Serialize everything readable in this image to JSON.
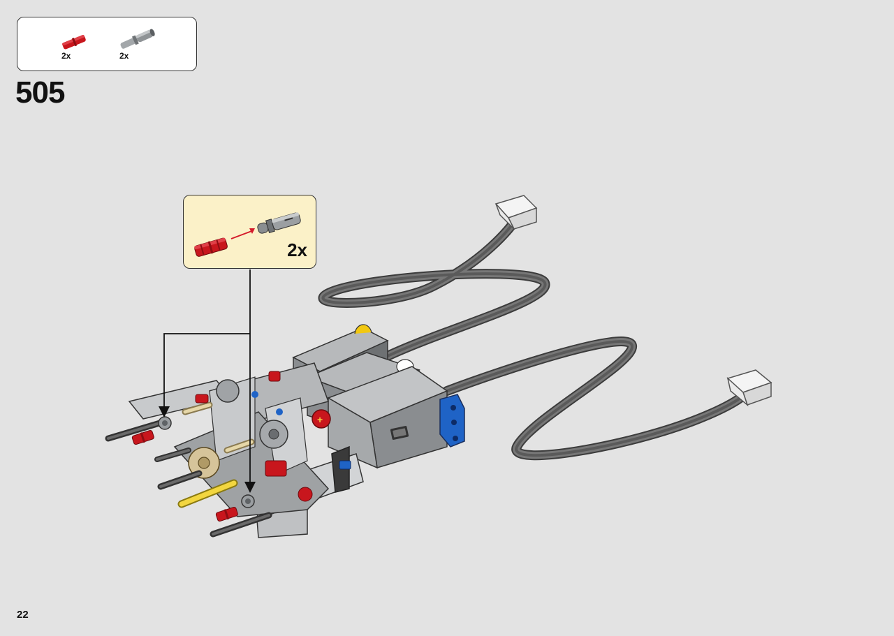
{
  "parts_list": [
    {
      "name": "red-axle-pin",
      "quantity": "2x",
      "color": "#c8161d"
    },
    {
      "name": "grey-connector-peg",
      "quantity": "2x",
      "color": "#8f9396"
    }
  ],
  "step": {
    "number": "505"
  },
  "callout": {
    "quantity": "2x"
  },
  "page": {
    "number": "22"
  },
  "colors": {
    "background": "#e3e3e3",
    "callout_fill": "#fbf1c8",
    "red_part": "#c8161d",
    "motor_grey": "#8a8d90",
    "cable": "#555555",
    "blue_part": "#1f63c6"
  }
}
